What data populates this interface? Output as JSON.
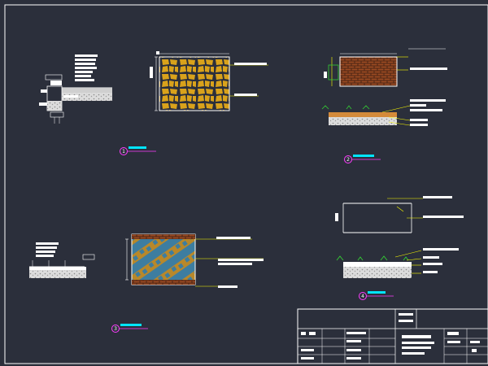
{
  "colors": {
    "background": "#2b2f3b",
    "frame": "#ffffff",
    "leader": "#ffff00",
    "label_box": "#ffffff",
    "marker": "#ff3cff",
    "title_bar": "#00e5ff",
    "stone": "#d9a21b",
    "brick": "#7a3b1c",
    "diagonal_a": "#3d7da0",
    "diagonal_b": "#b8882a",
    "plant": "#33cc33"
  },
  "views": [
    {
      "id": "1",
      "marker": "1"
    },
    {
      "id": "2",
      "marker": "2"
    },
    {
      "id": "3",
      "marker": "3"
    },
    {
      "id": "4",
      "marker": "4"
    }
  ]
}
